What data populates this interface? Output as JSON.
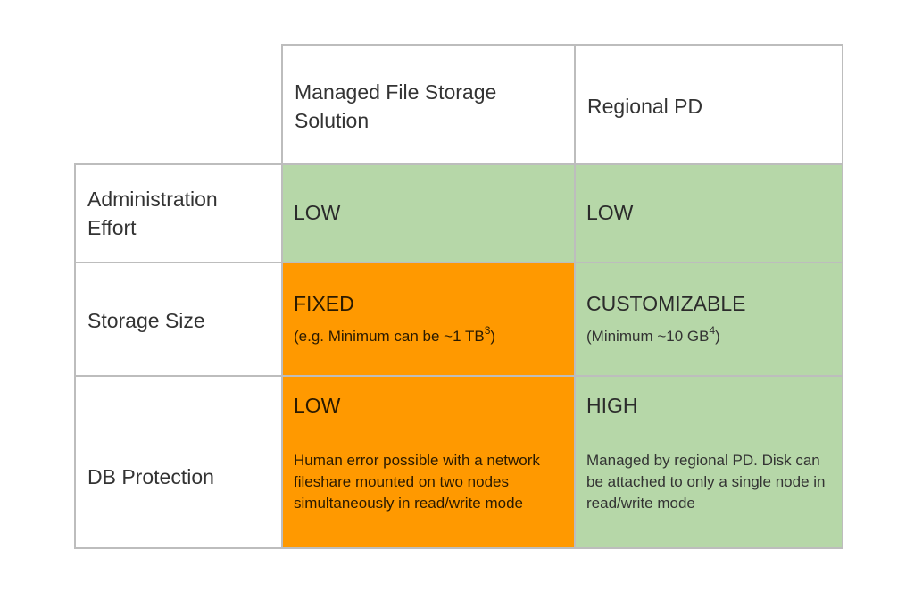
{
  "table": {
    "columns": [
      "Managed File Storage Solution",
      "Regional PD"
    ],
    "rows": [
      {
        "label": "Administration Effort",
        "cells": [
          {
            "value": "LOW",
            "color": "#b6d7a8"
          },
          {
            "value": "LOW",
            "color": "#b6d7a8"
          }
        ]
      },
      {
        "label": "Storage Size",
        "cells": [
          {
            "value": "FIXED",
            "note": "(e.g. Minimum can be ~1 TB",
            "note_sup": "3",
            "note_end": ")",
            "color": "#ff9900"
          },
          {
            "value": "CUSTOMIZABLE",
            "note": "(Minimum ~10 GB",
            "note_sup": "4",
            "note_end": ")",
            "color": "#b6d7a8"
          }
        ]
      },
      {
        "label": "DB Protection",
        "cells": [
          {
            "value": "LOW",
            "note": "Human error possible with a network fileshare mounted on two nodes simultaneously in read/write mode",
            "color": "#ff9900"
          },
          {
            "value": "HIGH",
            "note": "Managed by regional PD.  Disk can be attached to only a single node in read/write mode",
            "color": "#b6d7a8"
          }
        ]
      }
    ]
  }
}
